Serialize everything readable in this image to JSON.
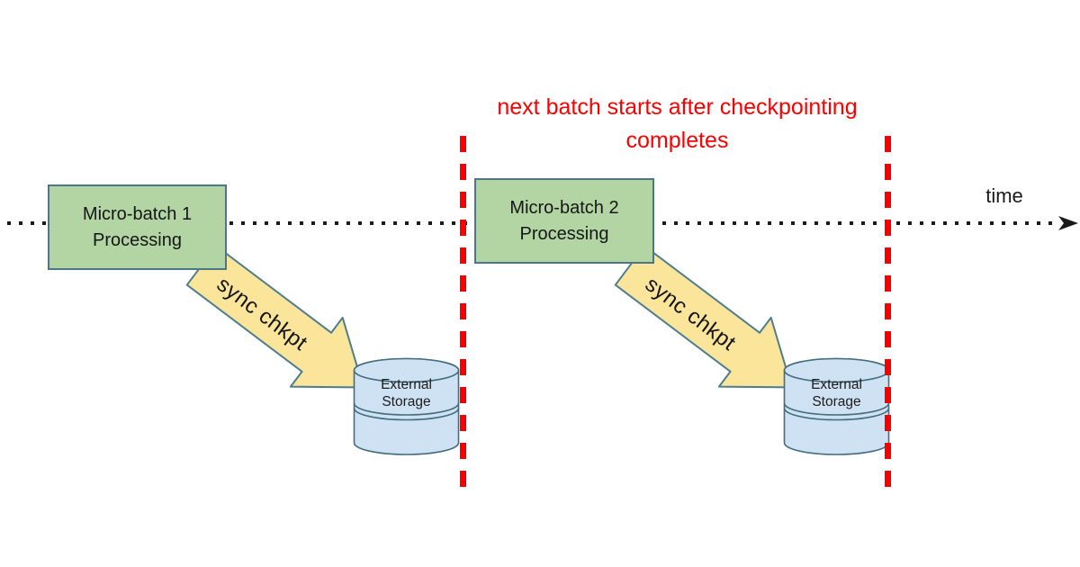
{
  "annotation": {
    "line1": "next batch starts after checkpointing",
    "line2": "completes"
  },
  "timeline": {
    "label": "time"
  },
  "batches": [
    {
      "name_line1": "Micro-batch 1",
      "name_line2": "Processing",
      "arrow_label": "sync chkpt",
      "storage_line1": "External",
      "storage_line2": "Storage"
    },
    {
      "name_line1": "Micro-batch 2",
      "name_line2": "Processing",
      "arrow_label": "sync chkpt",
      "storage_line1": "External",
      "storage_line2": "Storage"
    }
  ],
  "colors": {
    "annotation_red": "#fb0000",
    "dashed_line_red": "#f60000",
    "box_fill_green": "#b2d5a3",
    "box_border": "#4d7787",
    "arrow_fill_yellow": "#fae59b",
    "arrow_border": "#4e7d8e",
    "cylinder_fill_blue": "#cfe2f3",
    "cylinder_border": "#436e7e",
    "timeline_black": "#1a1a1a"
  }
}
